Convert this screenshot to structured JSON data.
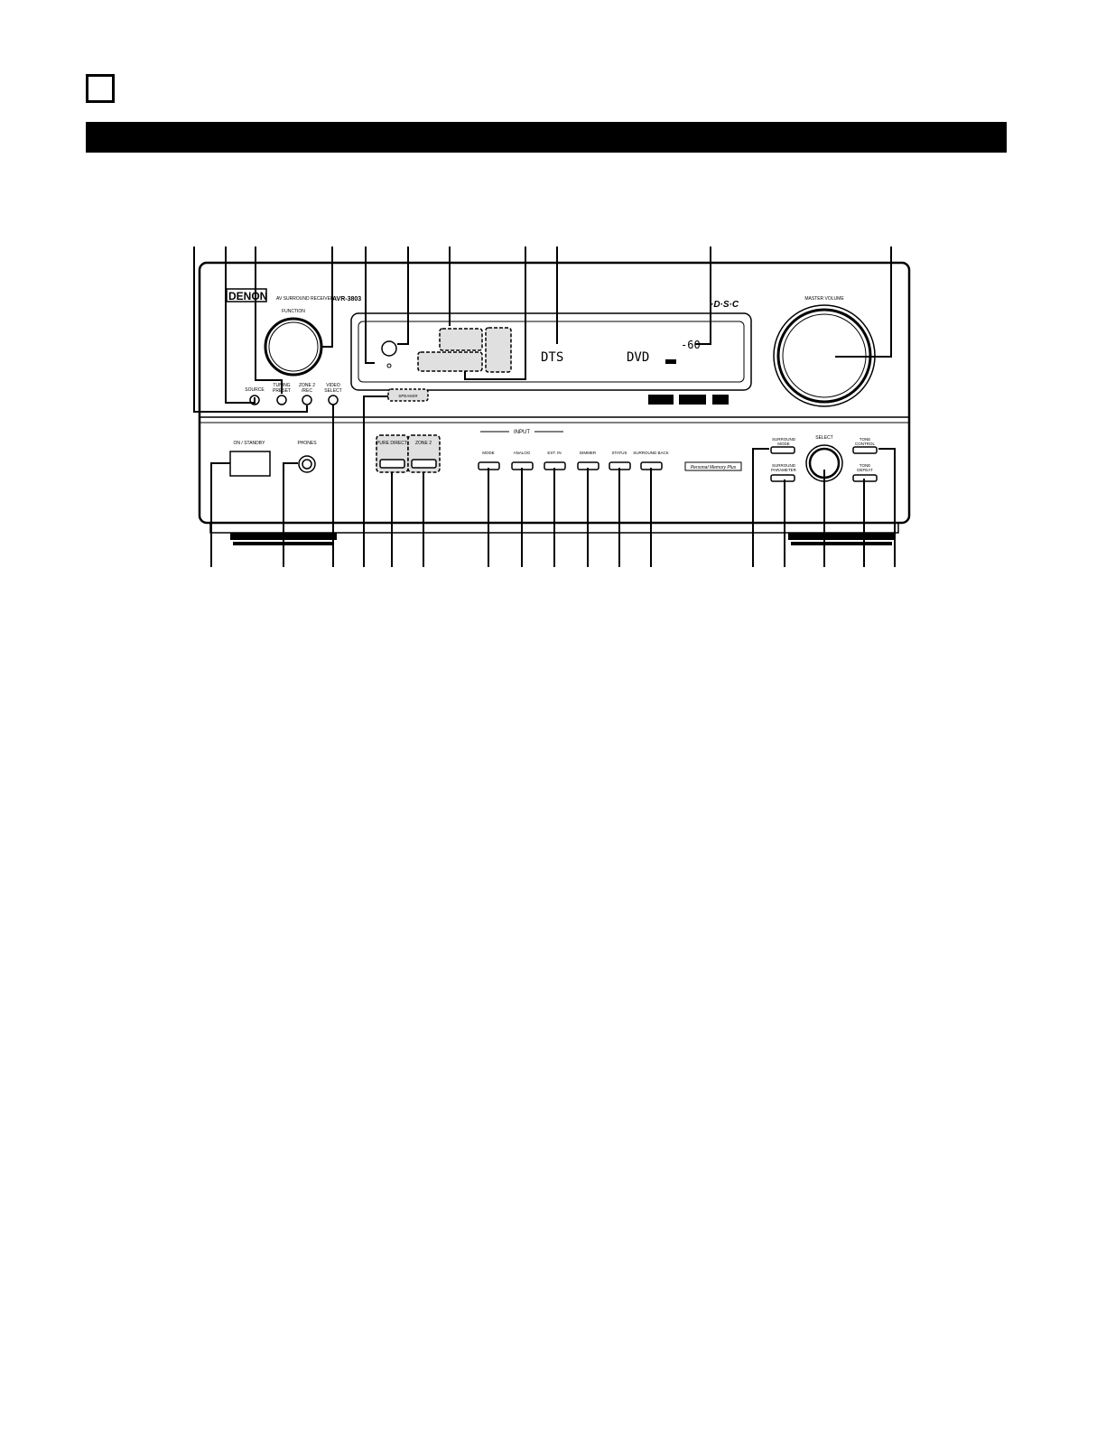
{
  "panel": {
    "brand": "DENON",
    "model_prefix": "AV SURROUND RECEIVER",
    "model": "AVR-3803",
    "dsc_logo": "·D·S·C",
    "function_label": "FUNCTION",
    "master_volume_label": "MASTER VOLUME",
    "display": {
      "signal": "DTS",
      "source": "DVD",
      "volume": "-60"
    },
    "small_buttons": {
      "source": "SOURCE",
      "tuning_preset": "TUNING\nPRESET",
      "zone2_rec": "ZONE 2\n/REC",
      "video_select": "VIDEO\nSELECT"
    },
    "speaker_label": "SPEAKER",
    "on_standby": "ON / STANDBY",
    "phones": "PHONES",
    "pure_direct": "PURE DIRECT",
    "zone2": "ZONE 2",
    "input_label": "INPUT",
    "input_buttons": [
      "MODE",
      "ANALOG",
      "EXT. IN",
      "DIMMER",
      "STATUS",
      "SURROUND BACK"
    ],
    "surround_mode": "SURROUND\nMODE",
    "surround_parameter": "SURROUND\nPARAMETER",
    "select_label": "SELECT",
    "tone_control": "TONE\nCONTROL",
    "tone_defeat": "TONE\nDEFEAT",
    "personal_memory": "Personal Memory Plus"
  }
}
